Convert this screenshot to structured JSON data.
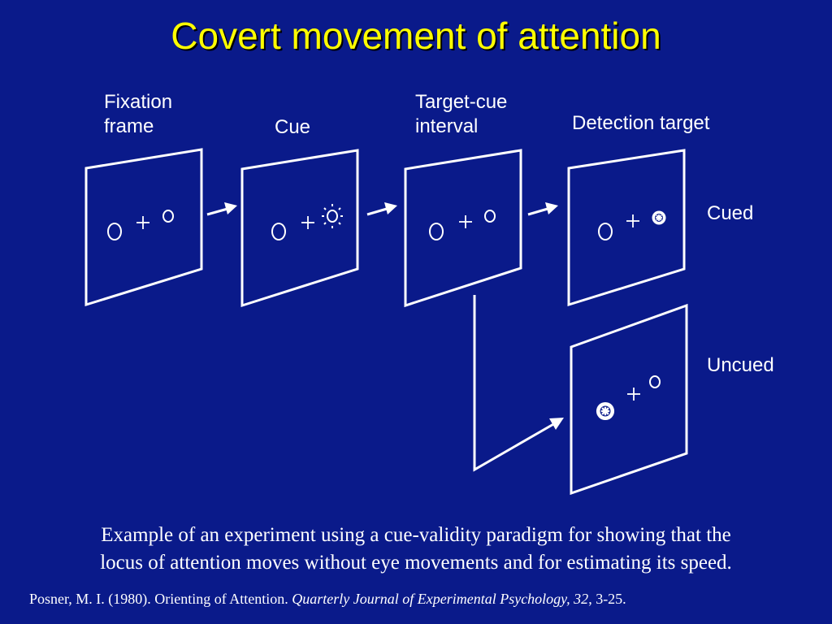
{
  "title": "Covert movement of attention",
  "stages": {
    "fixation": "Fixation\nframe",
    "cue": "Cue",
    "interval": "Target-cue\ninterval",
    "detection": "Detection target"
  },
  "conditions": {
    "cued": "Cued",
    "uncued": "Uncued"
  },
  "caption": {
    "line1": "Example of an experiment using a cue-validity paradigm for showing that the",
    "line2": "locus of attention moves without eye movements and for estimating its speed."
  },
  "citation": {
    "authors": "Posner, M. I. (1980). Orienting of Attention.",
    "journal": "Quarterly Journal of Experimental Psychology, 32",
    "pages": ", 3-25."
  },
  "colors": {
    "background": "#0a1a8a",
    "title": "#ffff00",
    "text": "#ffffff"
  }
}
